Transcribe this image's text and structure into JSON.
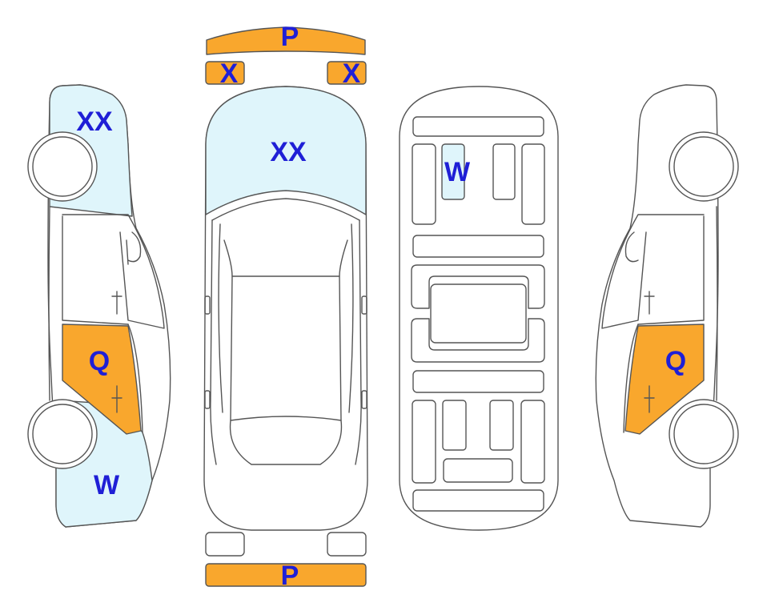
{
  "colors": {
    "light_damage": "#dff5fb",
    "orange_damage": "#f9a72d",
    "label": "#1f1fd6",
    "outline": "#555555"
  },
  "labels": {
    "front_bumper": "P",
    "front_left_light": "X",
    "front_right_light": "X",
    "hood": "XX",
    "left_front_fender": "XX",
    "left_front_door": "Q",
    "left_rear_quarter": "W",
    "roof_panel": "W",
    "right_front_door": "Q",
    "rear_bumper": "P"
  }
}
